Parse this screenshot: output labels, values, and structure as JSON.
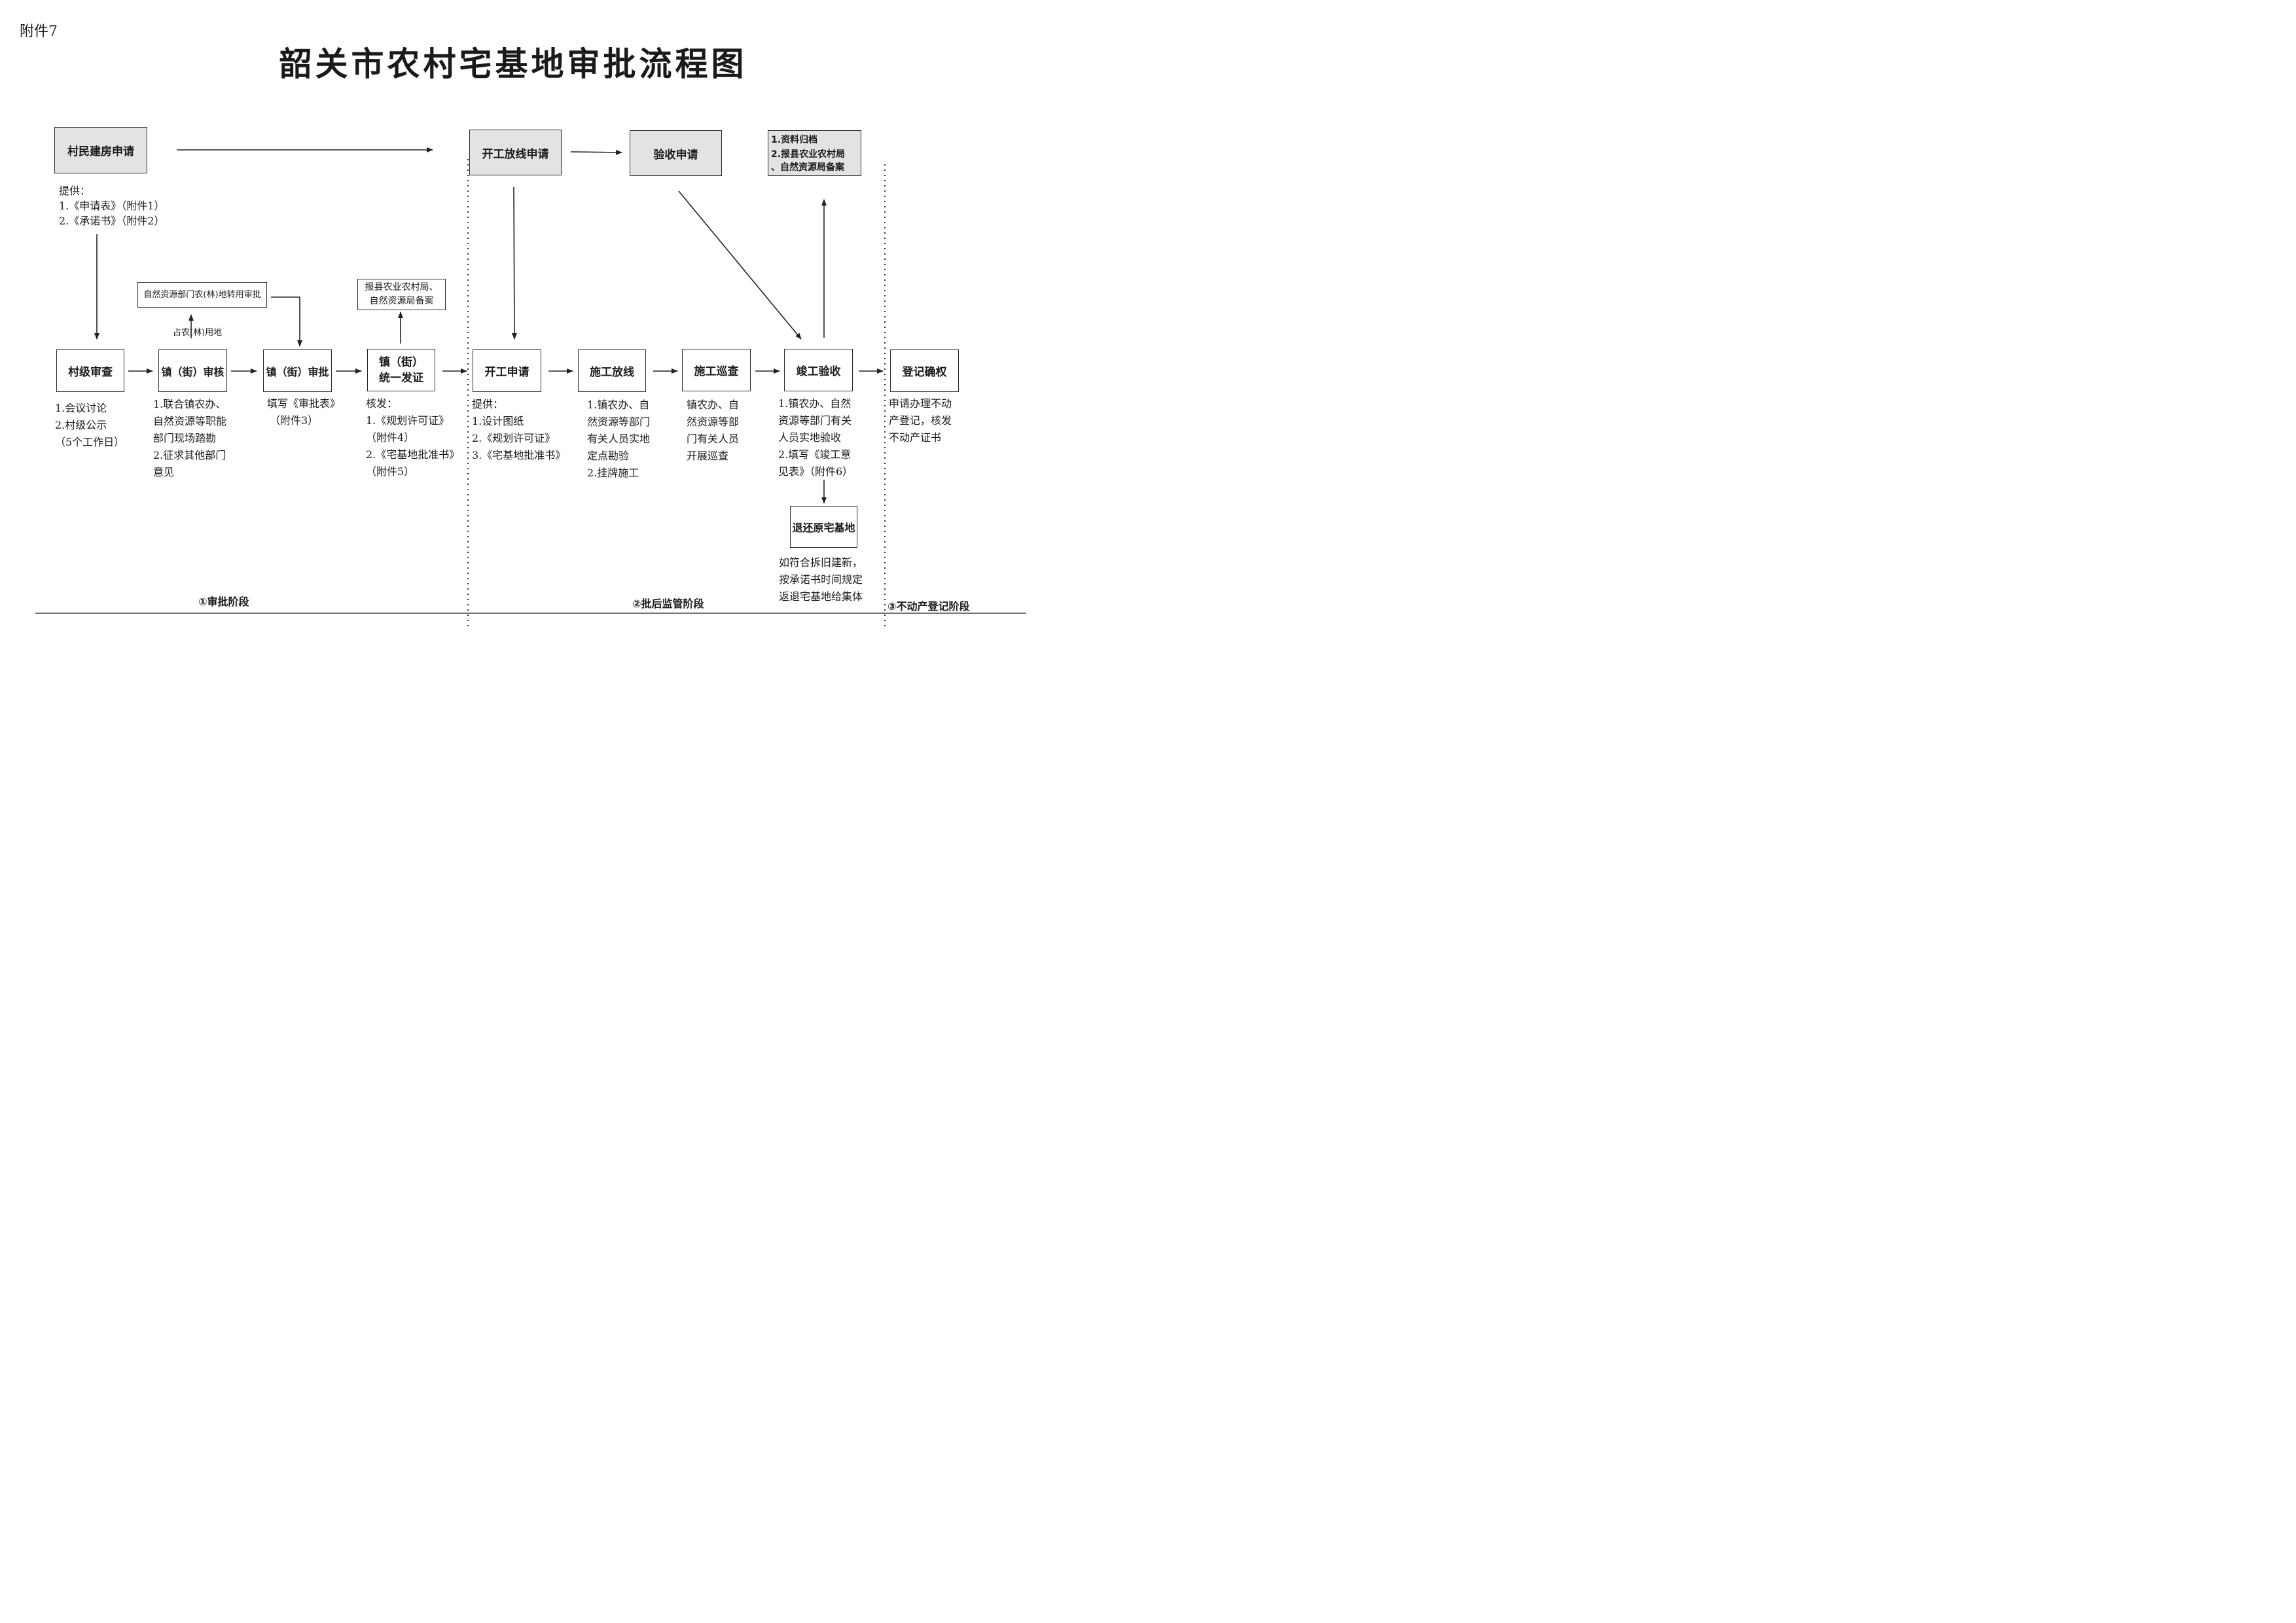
{
  "attachment_label": "附件7",
  "title": "韶关市农村宅基地审批流程图",
  "top_row": {
    "apply_house": "村民建房申请",
    "provide": [
      "提供：",
      "1.《申请表》（附件1）",
      "2.《承诺书》（附件2）"
    ],
    "start_apply": "开工放线申请",
    "acceptance_apply": "验收申请",
    "archive": [
      "1.资料归档",
      "2.报县农业农村局",
      "、自然资源局备案"
    ]
  },
  "side_boxes": {
    "land_conversion": "自然资源部门农(林)地转用审批",
    "land_note": "占农(林)用地",
    "report_county": [
      "报县农业农村局、",
      "自然资源局备案"
    ]
  },
  "steps": [
    {
      "label": [
        "村级审查"
      ],
      "notes": [
        "1.会议讨论",
        "2.村级公示",
        "（5个工作日）"
      ]
    },
    {
      "label": [
        "镇（街）审核"
      ],
      "notes": [
        "1.联合镇农办、",
        "自然资源等职能",
        "部门现场踏勘",
        "2.征求其他部门",
        "意见"
      ]
    },
    {
      "label": [
        "镇（街）审批"
      ],
      "notes": [
        "填写《审批表》",
        "（附件3）"
      ]
    },
    {
      "label": [
        "镇（街）",
        "统一发证"
      ],
      "notes": [
        "核发：",
        "1.《规划许可证》",
        "（附件4）",
        "2.《宅基地批准书》",
        "（附件5）"
      ]
    },
    {
      "label": [
        "开工申请"
      ],
      "notes": [
        "提供：",
        "1.设计图纸",
        "2.《规划许可证》",
        "3.《宅基地批准书》"
      ]
    },
    {
      "label": [
        "施工放线"
      ],
      "notes": [
        "1.镇农办、自",
        "然资源等部门",
        "有关人员实地",
        "定点勘验",
        "2.挂牌施工"
      ]
    },
    {
      "label": [
        "施工巡查"
      ],
      "notes": [
        "镇农办、自",
        "然资源等部",
        "门有关人员",
        "开展巡查"
      ]
    },
    {
      "label": [
        "竣工验收"
      ],
      "notes": [
        "1.镇农办、自然",
        "资源等部门有关",
        "人员实地验收",
        "2.填写《竣工意",
        "见表》（附件6）"
      ]
    },
    {
      "label": [
        "登记确权"
      ],
      "notes": [
        "申请办理不动",
        "产登记，核发",
        "不动产证书"
      ]
    }
  ],
  "return_box": {
    "label": "退还原宅基地",
    "notes": [
      "如符合拆旧建新，",
      "按承诺书时间规定",
      "返退宅基地给集体"
    ]
  },
  "stages": [
    "①审批阶段",
    "②批后监管阶段",
    "③不动产登记阶段"
  ]
}
